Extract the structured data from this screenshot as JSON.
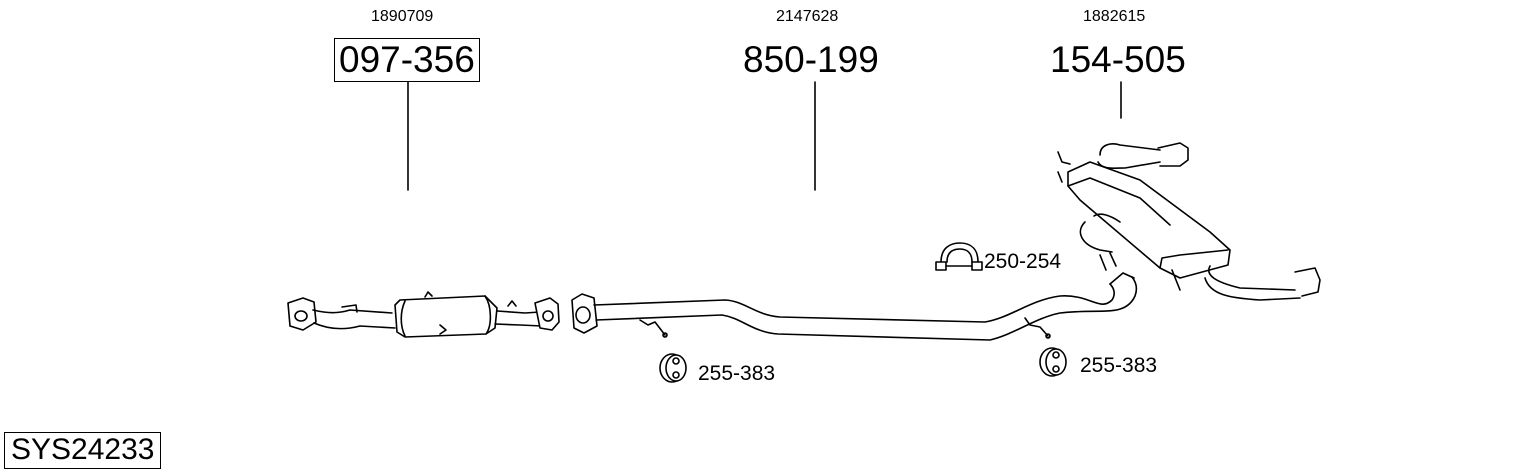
{
  "diagram": {
    "system_code": "SYS24233",
    "parts": [
      {
        "oem": "1890709",
        "number": "097-356",
        "boxed": true
      },
      {
        "oem": "2147628",
        "number": "850-199",
        "boxed": false
      },
      {
        "oem": "1882615",
        "number": "154-505",
        "boxed": false
      }
    ],
    "accessories": [
      {
        "number": "250-254",
        "icon": "clamp-icon"
      },
      {
        "number": "255-383",
        "icon": "rubber-mount-icon"
      },
      {
        "number": "255-383",
        "icon": "rubber-mount-icon"
      }
    ]
  }
}
